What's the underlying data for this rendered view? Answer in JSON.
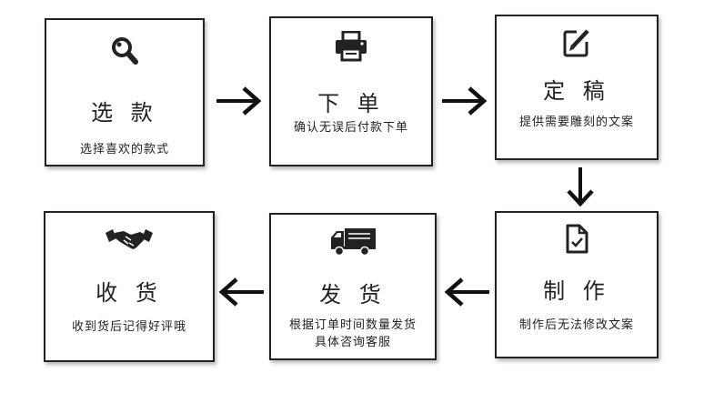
{
  "steps": [
    {
      "title": "选 款",
      "desc": "选择喜欢的款式",
      "icon": "search-icon"
    },
    {
      "title": "下 单",
      "desc": "确认无误后付款下单",
      "icon": "printer-icon"
    },
    {
      "title": "定 稿",
      "desc": "提供需要雕刻的文案",
      "icon": "edit-icon"
    },
    {
      "title": "制 作",
      "desc": "制作后无法修改文案",
      "icon": "document-check-icon"
    },
    {
      "title": "发 货",
      "desc_lines": [
        "根据订单时间数量发货",
        "具体咨询客服"
      ],
      "icon": "truck-icon"
    },
    {
      "title": "收 货",
      "desc": "收到货后记得好评哦",
      "icon": "handshake-icon"
    }
  ],
  "colors": {
    "line": "#222222",
    "background": "#ffffff"
  }
}
